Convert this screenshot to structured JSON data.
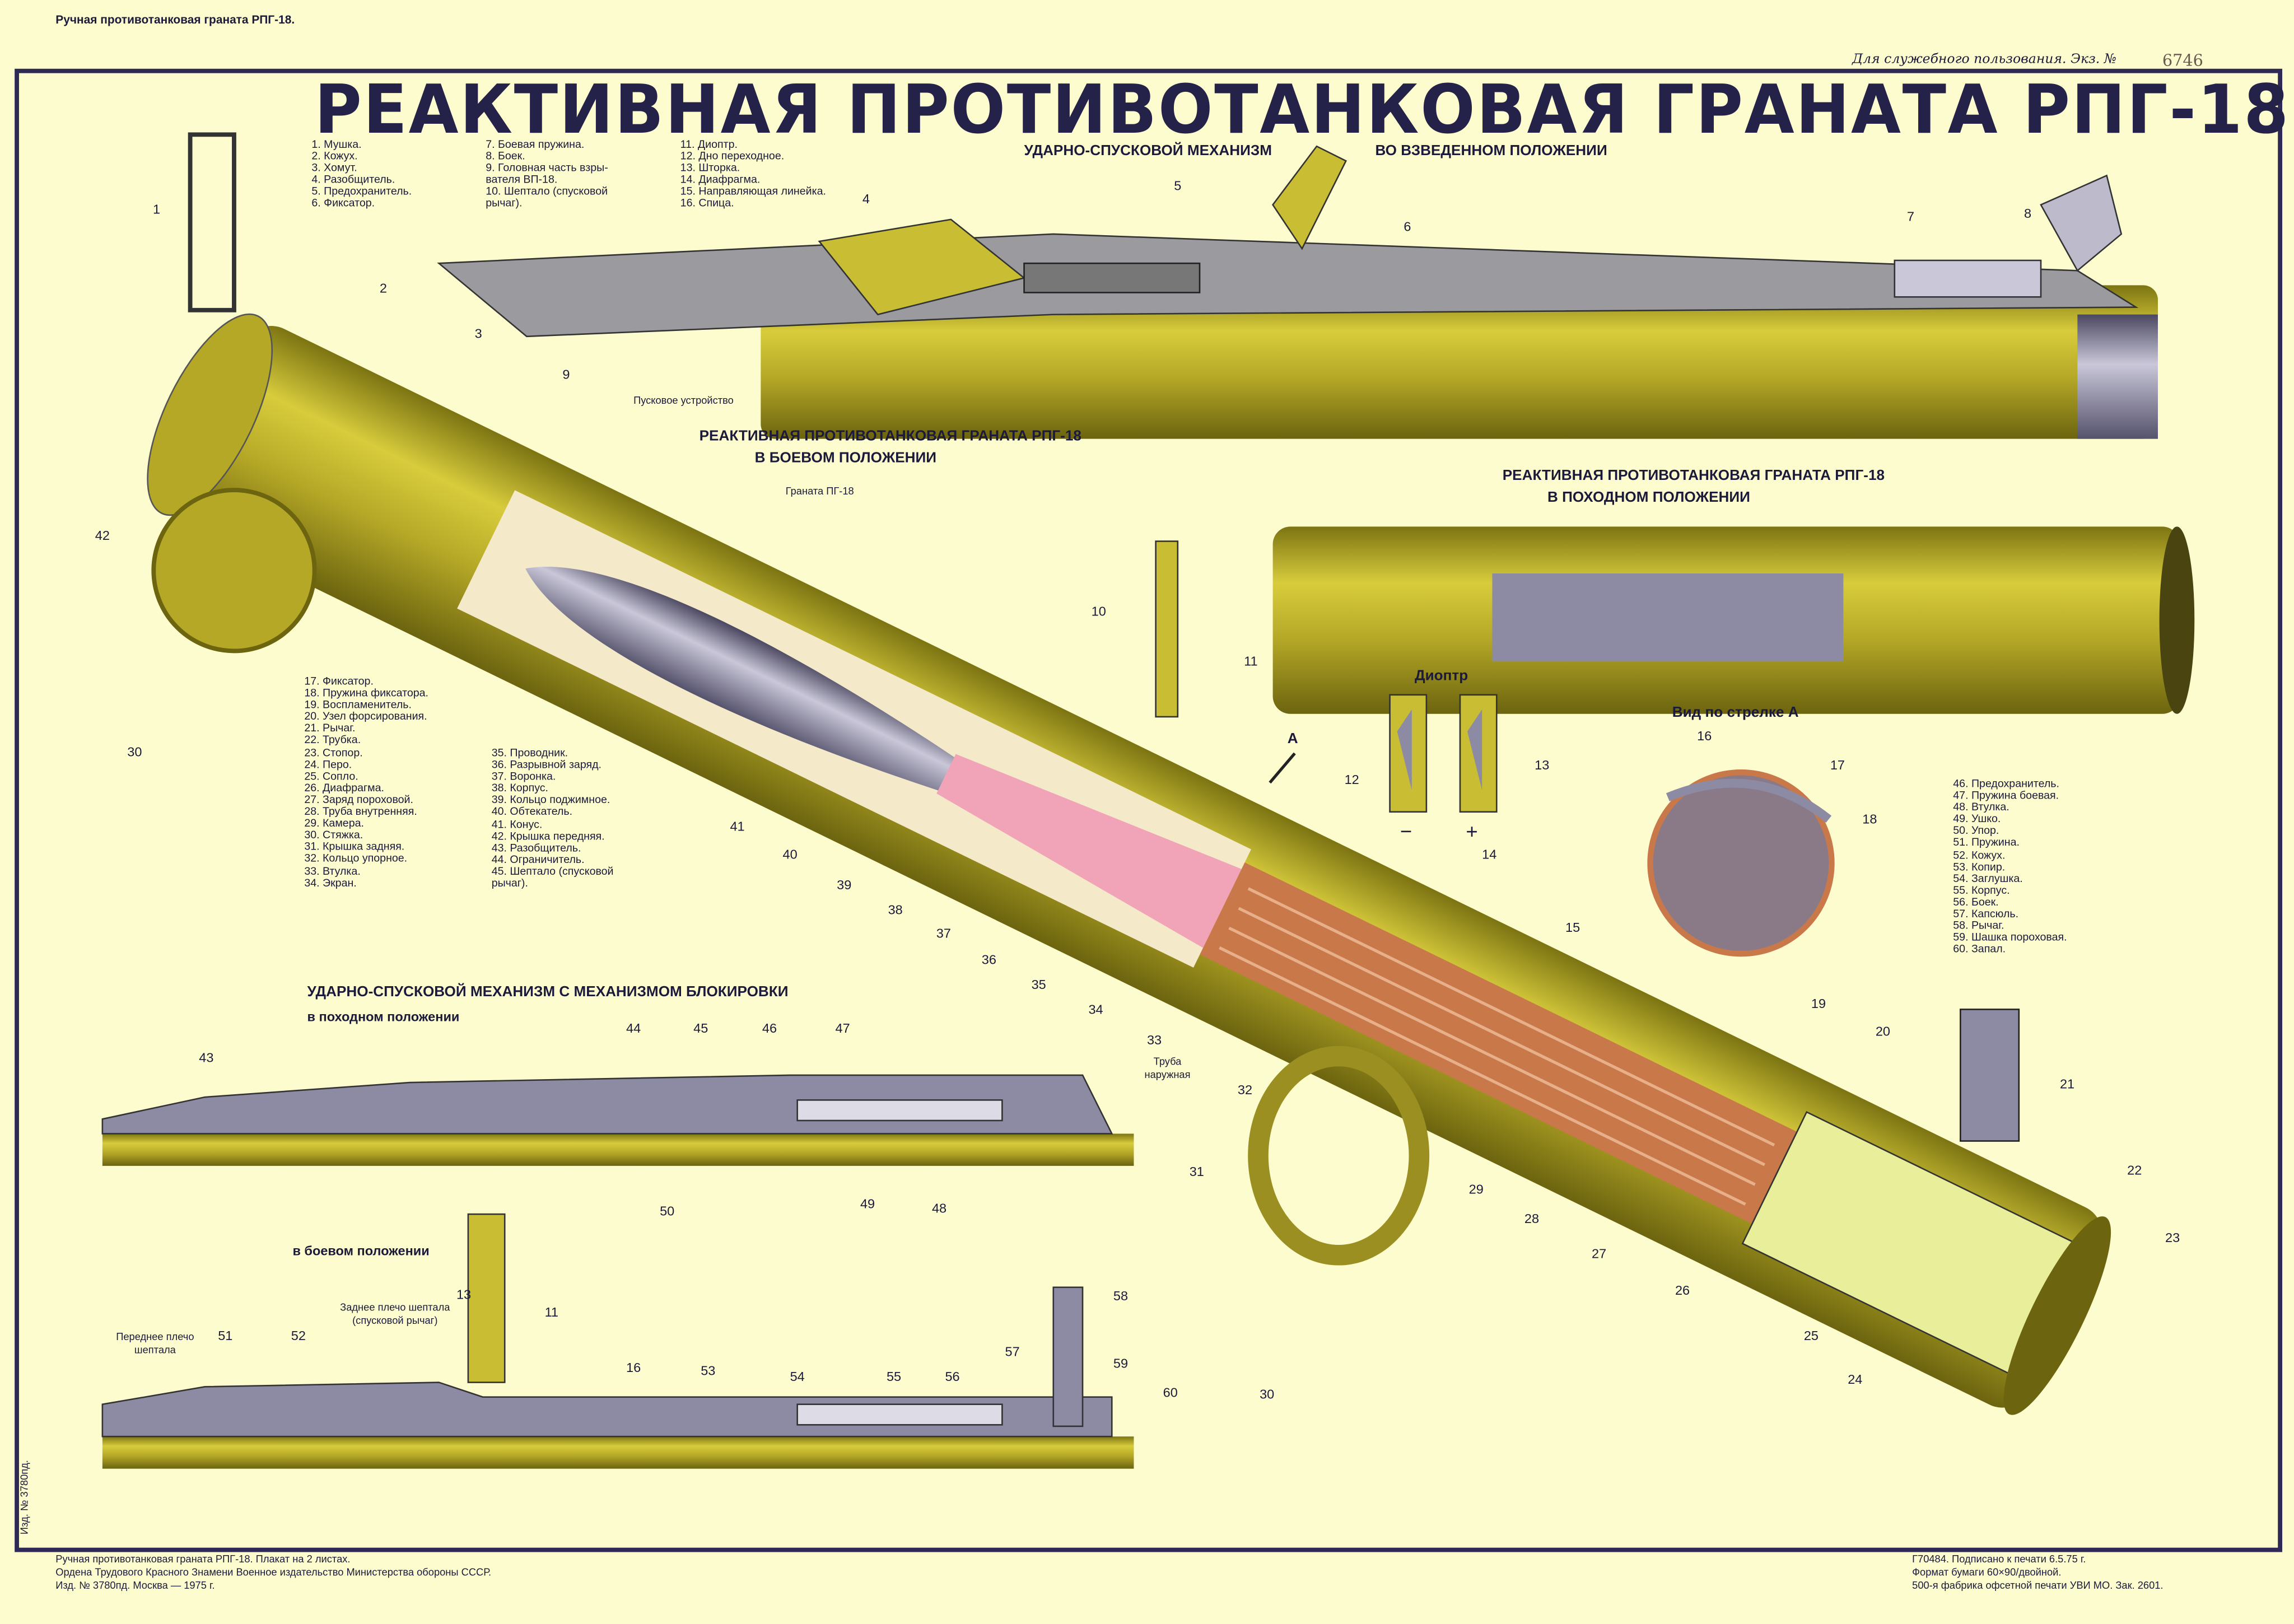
{
  "header": {
    "top_left": "Ручная противотанковая граната РПГ-18.",
    "top_right": "Для служебного пользования. Экз. №",
    "copy_number": "6746",
    "title": "РЕАКТИВНАЯ ПРОТИВОТАНКОВАЯ ГРАНАТА РПГ-18"
  },
  "sections": {
    "cocked": [
      "УДАРНО-СПУСКОВОЙ МЕХАНИЗМ",
      "ВО ВЗВЕДЕННОМ ПОЛОЖЕНИИ"
    ],
    "combat": [
      "РЕАКТИВНАЯ ПРОТИВОТАНКОВАЯ ГРАНАТА РПГ-18",
      "В БОЕВОМ ПОЛОЖЕНИИ"
    ],
    "travel": [
      "РЕАКТИВНАЯ ПРОТИВОТАНКОВАЯ ГРАНАТА РПГ-18",
      "В ПОХОДНОМ ПОЛОЖЕНИИ"
    ],
    "lock_mech": [
      "УДАРНО-СПУСКОВОЙ МЕХАНИЗМ С МЕХАНИЗМОМ БЛОКИРОВКИ",
      "в походном положении"
    ],
    "lock_combat": "в боевом положении",
    "diopter": "Диоптр",
    "view_a": "Вид по стрелке А"
  },
  "legend_a": [
    "1. Мушка.",
    "2. Кожух.",
    "3. Хомут.",
    "4. Разобщитель.",
    "5. Предохранитель.",
    "6. Фиксатор."
  ],
  "legend_b": [
    "7. Боевая пружина.",
    "8. Боек.",
    "9. Головная часть взры-",
    "вателя ВП-18.",
    "10. Шептало (спусковой",
    "рычаг)."
  ],
  "legend_c": [
    "11. Диоптр.",
    "12. Дно переходное.",
    "13. Шторка.",
    "14. Диафрагма.",
    "15. Направляющая линейка.",
    "16. Спица."
  ],
  "legend_d": [
    "17. Фиксатор.",
    "18. Пружина фиксатора.",
    "19. Воспламенитель.",
    "20. Узел форсирования.",
    "21. Рычаг.",
    "22. Трубка.",
    "23. Стопор.",
    "24. Перо.",
    "25. Сопло.",
    "26. Диафрагма.",
    "27. Заряд пороховой.",
    "28. Труба внутренняя.",
    "29. Камера.",
    "30. Стяжка.",
    "31. Крышка задняя.",
    "32. Кольцо упорное.",
    "33. Втулка.",
    "34. Экран."
  ],
  "legend_e": [
    "35. Проводник.",
    "36. Разрывной заряд.",
    "37. Воронка.",
    "38. Корпус.",
    "39. Кольцо поджимное.",
    "40. Обтекатель.",
    "41. Конус.",
    "42. Крышка передняя.",
    "43. Разобщитель.",
    "44. Ограничитель.",
    "45. Шептало (спусковой",
    "рычаг)."
  ],
  "legend_f": [
    "46. Предохранитель.",
    "47. Пружина боевая.",
    "48. Втулка.",
    "49. Ушко.",
    "50. Упор.",
    "51. Пружина.",
    "52. Кожух.",
    "53. Копир.",
    "54. Заглушка.",
    "55. Корпус.",
    "56. Боек.",
    "57. Капсюль.",
    "58. Рычаг.",
    "59. Шашка пороховая.",
    "60. Запал."
  ],
  "annotations": {
    "launcher": "Пусковое устройство",
    "grenade": "Граната ПГ-18",
    "outer_tube": "Труба наружная",
    "rear_arm": "Заднее плечо шептала (спусковой рычаг)",
    "front_arm": "Переднее плечо шептала",
    "arrow_a": "А",
    "minus": "−",
    "plus": "+"
  },
  "callouts": [
    "1",
    "2",
    "3",
    "9",
    "42",
    "30",
    "4",
    "5",
    "6",
    "7",
    "8",
    "10",
    "11",
    "12",
    "13",
    "14",
    "15",
    "16",
    "17",
    "18",
    "41",
    "40",
    "39",
    "38",
    "37",
    "36",
    "35",
    "34",
    "33",
    "32",
    "31",
    "29",
    "28",
    "27",
    "26",
    "25",
    "24",
    "23",
    "22",
    "21",
    "20",
    "19",
    "43",
    "44",
    "45",
    "46",
    "47",
    "50",
    "49",
    "48",
    "13",
    "11",
    "51",
    "52",
    "16",
    "53",
    "54",
    "55",
    "56",
    "57",
    "58",
    "59",
    "60",
    "30"
  ],
  "footer": {
    "left": [
      "Ручная противотанковая граната РПГ-18. Плакат на 2 листах.",
      "Ордена Трудового Красного Знамени Военное издательство Министерства обороны СССР.",
      "Изд. № 3780пд. Москва — 1975 г."
    ],
    "right": [
      "Г70484. Подписано к печати 6.5.75 г.",
      "Формат бумаги 60×90/двойной.",
      "500-я фабрика офсетной печати УВИ МО. Зак. 2601."
    ],
    "vertical": "Изд. № 3780пд."
  },
  "colors": {
    "olive": "#b9ad2a",
    "paper": "#fdfccf",
    "navy": "#2e2a55",
    "steel": "#8d8aa4",
    "pink": "#f1a3b8",
    "copper": "#c9784a"
  }
}
